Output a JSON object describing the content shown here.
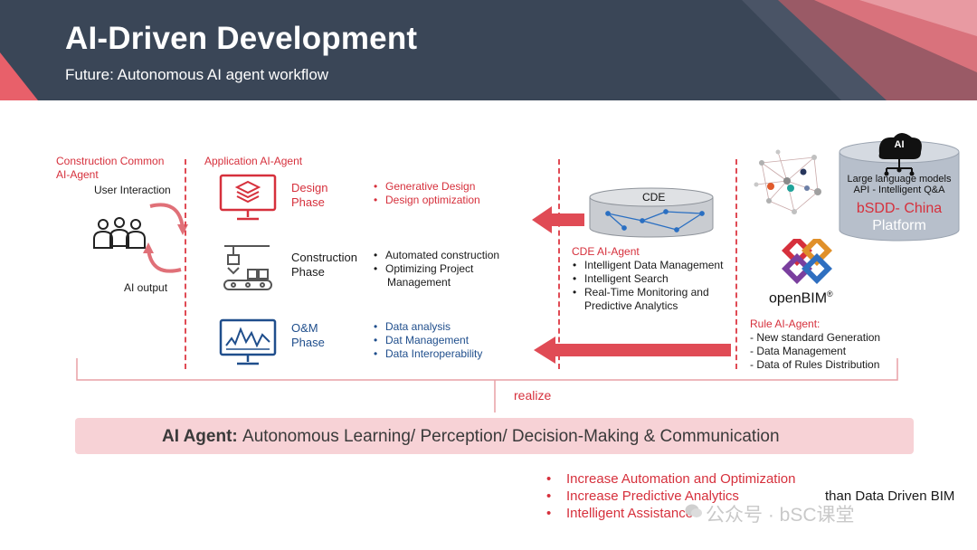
{
  "header": {
    "title": "AI-Driven Development",
    "subtitle": "Future: Autonomous AI agent workflow"
  },
  "left_agent": {
    "title_line1": "Construction Common",
    "title_line2": "AI-Agent",
    "user_interaction": "User Interaction",
    "ai_output": "AI output"
  },
  "application_agent": {
    "title": "Application AI-Agent",
    "phases": [
      {
        "name_line1": "Design",
        "name_line2": "Phase",
        "icon": "monitor-layers-icon",
        "items": [
          "Generative Design",
          "Design optimization"
        ]
      },
      {
        "name_line1": "Construction",
        "name_line2": "Phase",
        "icon": "conveyor-robot-icon",
        "items": [
          "Automated construction",
          "Optimizing Project"
        ],
        "item_continuation": "Management"
      },
      {
        "name_line1": "O&M",
        "name_line2": "Phase",
        "icon": "monitor-chart-icon",
        "items": [
          "Data analysis",
          "Dat Management",
          "Data Interoperability"
        ]
      }
    ]
  },
  "cde": {
    "label": "CDE",
    "agent_title": "CDE AI-Agent",
    "items": [
      "Intelligent Data Management",
      "Intelligent Search",
      "Real-Time Monitoring and"
    ],
    "item_continuation": "Predictive Analytics"
  },
  "right": {
    "ai_badge": "AI",
    "cylinder_line1": "Large language models",
    "cylinder_line2": "API - Intelligent Q&A",
    "bsdd_line1": "bSDD- China",
    "bsdd_line2": "Platform",
    "openbim_label": "openBIM",
    "openbim_reg": "®",
    "rule_title": "Rule AI-Agent:",
    "rule_items": [
      "- New standard Generation",
      "- Data Management",
      "- Data of Rules Distribution"
    ]
  },
  "realize": "realize",
  "agent_bar": {
    "bold": "AI Agent:",
    "text": "Autonomous Learning/ Perception/ Decision-Making & Communication"
  },
  "outcomes": {
    "items": [
      "Increase Automation and Optimization",
      "Increase Predictive Analytics",
      "Intelligent Assistance"
    ],
    "side_text": "than Data Driven BIM"
  },
  "watermark": "公众号 · bSC课堂",
  "colors": {
    "banner": "#3a4657",
    "accent_red": "#d6303c",
    "blue_text": "#1f4e8c",
    "agent_bar": "#f7d2d6"
  }
}
